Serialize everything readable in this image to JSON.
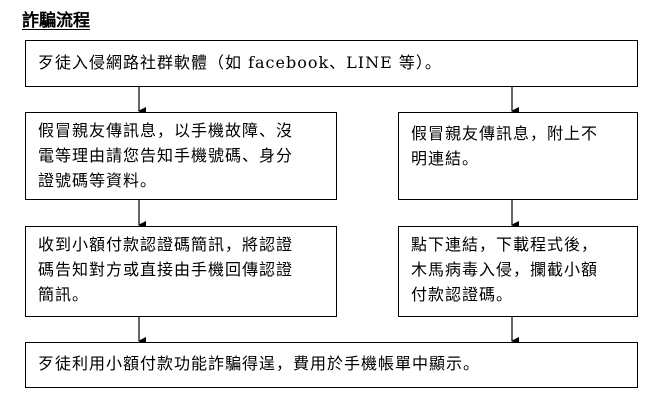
{
  "title": "詐騙流程",
  "boxes": {
    "top": [
      "歹徒入侵網路社群軟體（如 facebook、LINE 等）。"
    ],
    "left1": [
      "假冒親友傳訊息，以手機故障、沒",
      "電等理由請您告知手機號碼、身分",
      "證號碼等資料。"
    ],
    "right1": [
      "假冒親友傳訊息，附上不",
      "明連結。"
    ],
    "left2": [
      "收到小額付款認證碼簡訊，將認證",
      "碼告知對方或直接由手機回傳認證",
      "簡訊。"
    ],
    "right2": [
      "點下連結，下載程式後，",
      "木馬病毒入侵，攔截小額",
      "付款認證碼。"
    ],
    "bottom": [
      "歹徒利用小額付款功能詐騙得逞，費用於手機帳單中顯示。"
    ]
  }
}
